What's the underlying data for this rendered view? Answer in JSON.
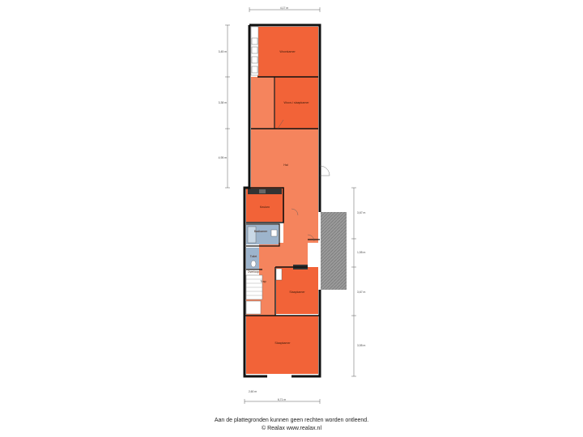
{
  "rooms": {
    "r1": "Woonkamer",
    "r2": "Woon-/ slaapkamer",
    "r3": "Hal",
    "r4": "Keuken",
    "r5": "Badkamer",
    "r6": "Toilet",
    "r7": "Overloop",
    "r8": "Trap",
    "r9": "Slaapkamer",
    "r10": "Slaapkamer"
  },
  "dimensions": {
    "top_width": "4,17 m",
    "bottom_width": "6,71 m",
    "bottom_small": "2,60 m",
    "left_1": "3,45 m",
    "left_2": "3,38 m",
    "left_3": "4,95 m",
    "right_1": "3,67 m",
    "right_2": "1,55 m",
    "right_3": "3,67 m",
    "right_4": "3,55 m"
  },
  "footer": {
    "line1": "Aan de plattegronden kunnen geen rechten worden ontleend.",
    "line2": "© Realax www.realax.nl"
  },
  "colors": {
    "room_fill": "#f26338",
    "hall_fill": "#f5845d",
    "wall": "#111111",
    "bath_fill": "#9db4cc",
    "terrace_fill": "#8e8e8e"
  }
}
